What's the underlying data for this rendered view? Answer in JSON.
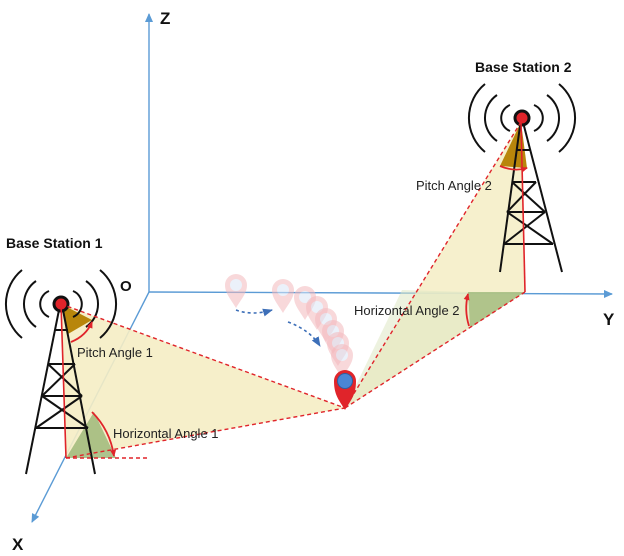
{
  "axes": {
    "z": "Z",
    "y": "Y",
    "x": "X",
    "origin": "O"
  },
  "stations": {
    "s1": {
      "title": "Base Station 1",
      "pitch": "Pitch Angle 1",
      "horizontal": "Horizontal Angle 1"
    },
    "s2": {
      "title": "Base Station 2",
      "pitch": "Pitch Angle 2",
      "horizontal": "Horizontal Angle 2"
    }
  },
  "colors": {
    "axis": "#5b9bd5",
    "ray": "#e0242a",
    "plane": "#f5edc4",
    "horizontal_fill": "#9fb97a",
    "pitch_fill": "#b8860b",
    "marker": "#e0242a",
    "marker_core": "#4a86d4",
    "ghost": "#f4b9bd"
  }
}
